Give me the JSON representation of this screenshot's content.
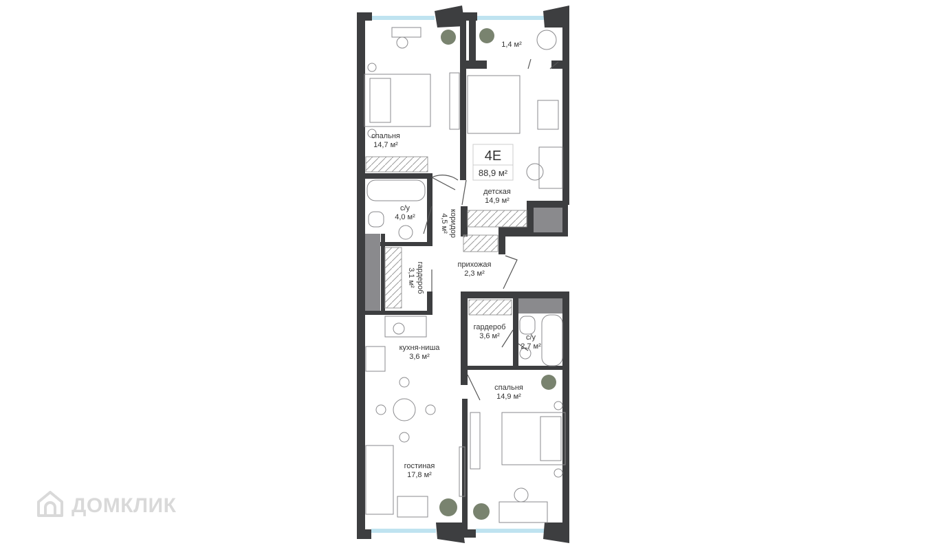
{
  "unit": {
    "code": "4Е",
    "total_area": "88,9 м²"
  },
  "rooms": {
    "bedroom_1": {
      "name": "спальня",
      "area": "14,7 м²"
    },
    "balcony": {
      "name": "",
      "area": "1,4 м²"
    },
    "kids_room": {
      "name": "детская",
      "area": "14,9 м²"
    },
    "bathroom_1": {
      "name": "с/у",
      "area": "4,0 м²"
    },
    "corridor": {
      "name": "коридор",
      "area": "4,5 м²"
    },
    "wardrobe_1": {
      "name": "гардероб",
      "area": "3,1 м²"
    },
    "hallway": {
      "name": "прихожая",
      "area": "2,3 м²"
    },
    "wardrobe_2": {
      "name": "гардероб",
      "area": "3,6 м²"
    },
    "bathroom_2": {
      "name": "с/у",
      "area": "2,7 м²"
    },
    "kitchen": {
      "name": "кухня-ниша",
      "area": "3,6 м²"
    },
    "bedroom_2": {
      "name": "спальня",
      "area": "14,9 м²"
    },
    "living_room": {
      "name": "гостиная",
      "area": "17,8 м²"
    }
  },
  "watermark": {
    "text": "ДОМКЛИК",
    "icon": "home-logo-icon"
  },
  "colors": {
    "wall": "#3d3e40",
    "fixture": "#8a8a8d",
    "window": "#bfe3f0",
    "plant": "#4c5a3f",
    "line": "#9a9a9a"
  }
}
